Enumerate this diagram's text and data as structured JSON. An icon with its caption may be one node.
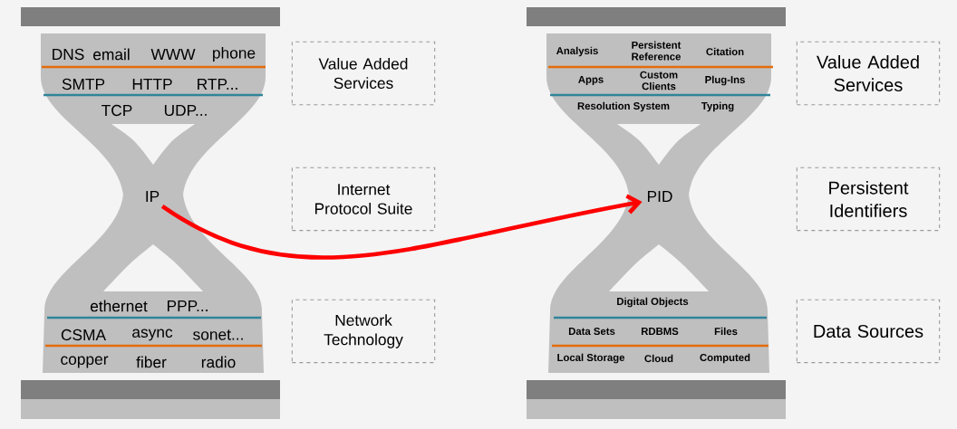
{
  "diagram": {
    "nodes": [
      {
        "text": [
          "IP"
        ]
      },
      {
        "text": [
          "Value Added Services"
        ]
      },
      {
        "text": [
          "Internet Protocol Suite"
        ]
      },
      {
        "text": [
          "Network Technology"
        ]
      },
      {
        "text": [
          "PID"
        ]
      },
      {
        "text": [
          "Value Added Services"
        ]
      },
      {
        "text": [
          "Persistent Identifiers"
        ]
      },
      {
        "text": [
          "Data Sources"
        ]
      }
    ],
    "edges": [
      {
        "from": 0,
        "to": 4,
        "arrow": "to",
        "color": "#ff0000"
      }
    ],
    "labels": [
      "DNS",
      "email",
      "WWW",
      "phone",
      "SMTP",
      "HTTP",
      "RTP...",
      "TCP",
      "UDP...",
      "ethernet",
      "PPP...",
      "CSMA",
      "async",
      "sonet...",
      "copper",
      "fiber",
      "radio",
      "Analysis",
      "Persistent Reference",
      "Citation",
      "Apps",
      "Custom Clients",
      "Plug-Ins",
      "Resolution System",
      "Typing",
      "Digital Objects",
      "Data Sets",
      "RDBMS",
      "Files",
      "Local Storage",
      "Cloud",
      "Computed"
    ]
  }
}
